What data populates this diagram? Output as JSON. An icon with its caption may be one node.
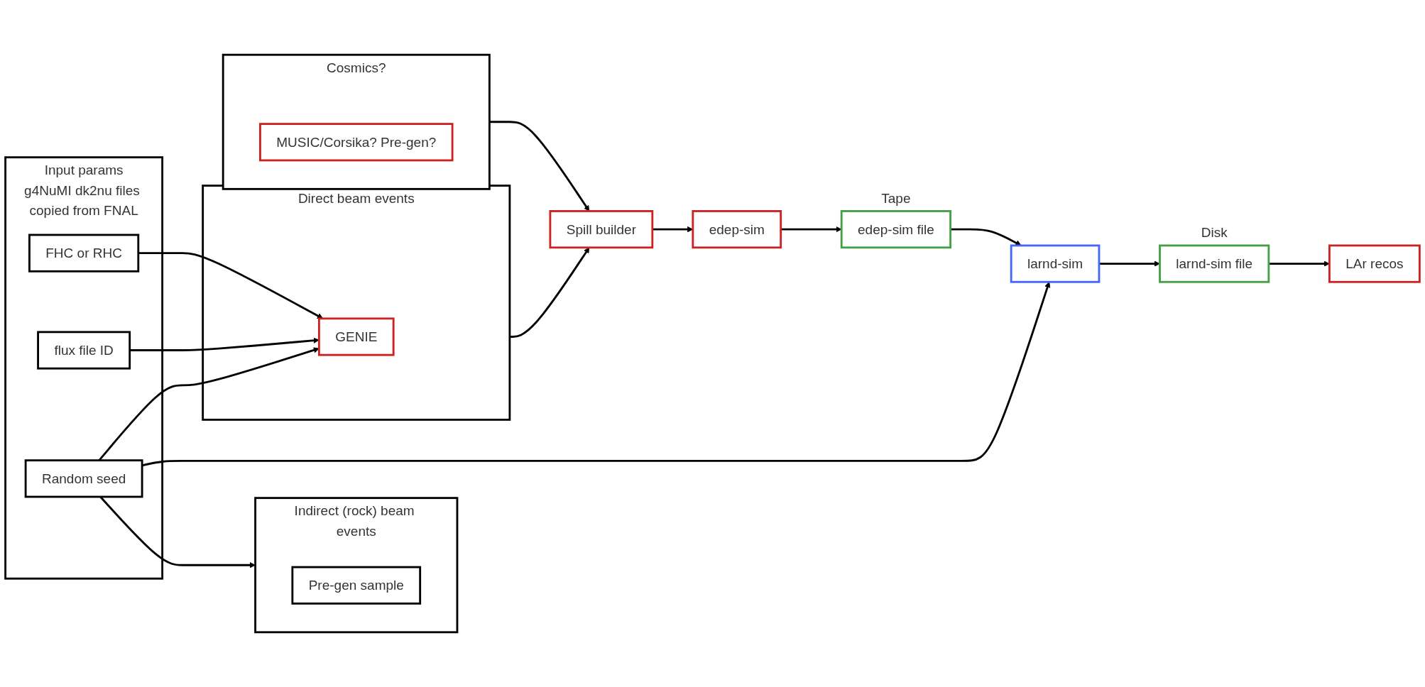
{
  "diagram": {
    "nodes": [
      {
        "text": [
          "Input params",
          "g4NuMI dk2nu files copied from FNAL"
        ]
      },
      {
        "text": [
          "FHC or RHC"
        ],
        "in": 0
      },
      {
        "text": [
          "flux file ID"
        ],
        "in": 0
      },
      {
        "text": [
          "Random seed"
        ],
        "in": 0
      },
      {
        "text": [
          "Direct beam events"
        ]
      },
      {
        "text": [
          "GENIE"
        ],
        "in": 4
      },
      {
        "text": [
          "Indirect (rock) beam events"
        ]
      },
      {
        "text": [
          "Pre-gen sample"
        ],
        "in": 6
      },
      {
        "text": [
          "edep-sim file"
        ],
        "beside": [
          "Tape"
        ]
      },
      {
        "text": [
          "larnd-sim"
        ]
      },
      {
        "text": [
          "larnd-sim file"
        ],
        "beside": [
          "Disk"
        ]
      },
      {
        "text": [
          "LAr recos"
        ]
      },
      {
        "text": [
          "Cosmics?"
        ]
      },
      {
        "text": [
          "MUSIC/Corsika? Pre-gen?"
        ],
        "in": 12
      },
      {
        "text": [
          "Spill builder"
        ]
      },
      {
        "text": [
          "edep-sim"
        ]
      }
    ],
    "edges": [
      {
        "from": 1,
        "to": 5,
        "arrow": "to"
      },
      {
        "from": 2,
        "to": 5,
        "arrow": "to"
      },
      {
        "from": 3,
        "to": 5,
        "arrow": "to"
      },
      {
        "from": 3,
        "to": 6,
        "arrow": "to"
      },
      {
        "from": 3,
        "to": 9,
        "arrow": "to"
      },
      {
        "from": 4,
        "to": 14,
        "arrow": "to"
      },
      {
        "from": 12,
        "to": 14,
        "arrow": "to"
      },
      {
        "from": 14,
        "to": 15,
        "arrow": "to"
      },
      {
        "from": 15,
        "to": 8,
        "arrow": "to"
      },
      {
        "from": 8,
        "to": 9,
        "arrow": "to"
      },
      {
        "from": 9,
        "to": 10,
        "arrow": "to"
      },
      {
        "from": 10,
        "to": 11,
        "arrow": "to"
      }
    ]
  }
}
